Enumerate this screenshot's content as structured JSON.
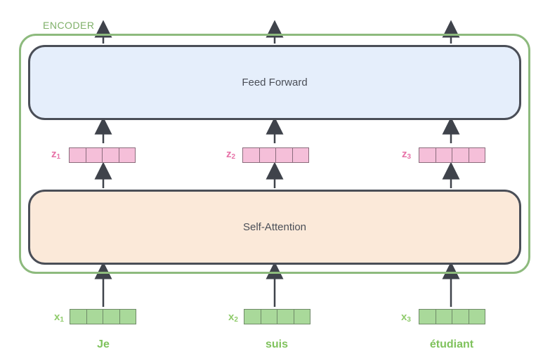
{
  "encoder": {
    "label": "ENCODER"
  },
  "layers": {
    "feed_forward": "Feed Forward",
    "self_attention": "Self-Attention"
  },
  "z_vectors": [
    {
      "symbol": "z",
      "index": "1",
      "cells": 4
    },
    {
      "symbol": "z",
      "index": "2",
      "cells": 4
    },
    {
      "symbol": "z",
      "index": "3",
      "cells": 4
    }
  ],
  "x_vectors": [
    {
      "symbol": "x",
      "index": "1",
      "cells": 4
    },
    {
      "symbol": "x",
      "index": "2",
      "cells": 4
    },
    {
      "symbol": "x",
      "index": "3",
      "cells": 4
    }
  ],
  "words": [
    "Je",
    "suis",
    "étudiant"
  ],
  "colors": {
    "encoder_border": "#8dba7d",
    "feed_forward_fill": "#e5eefb",
    "self_attention_fill": "#fbe9d9",
    "z_vector": "#f5bfd9",
    "x_vector": "#a9d99a",
    "word_text": "#7fc25c"
  }
}
